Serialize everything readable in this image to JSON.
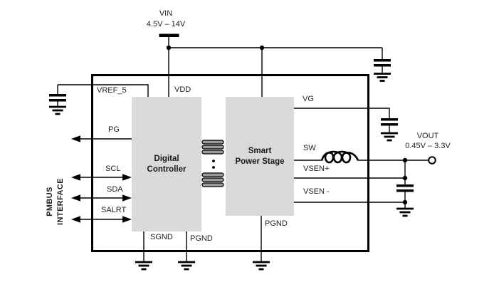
{
  "colors": {
    "block_fill": "#d9d9d9",
    "wire": "#000000",
    "text": "#1c1f26"
  },
  "vin": {
    "name": "VIN",
    "range": "4.5V – 14V"
  },
  "vout": {
    "name": "VOUT",
    "range": "0.45V – 3.3V"
  },
  "pmbus": {
    "line1": "PMBUS",
    "line2": "INTERFACE"
  },
  "blocks": {
    "digital": {
      "line1": "Digital",
      "line2": "Controller"
    },
    "smart": {
      "line1": "Smart",
      "line2": "Power Stage"
    }
  },
  "pins": {
    "vref_5": "VREF_5",
    "vdd": "VDD",
    "pg": "PG",
    "scl": "SCL",
    "sda": "SDA",
    "salrt": "SALRT",
    "sgnd": "SGND",
    "pgnd_controller": "PGND",
    "pgnd_stage": "PGND",
    "vg": "VG",
    "sw": "SW",
    "vsen_plus": "VSEN+",
    "vsen_minus": "VSEN -"
  },
  "symbols": {
    "capacitor": "two-parallel-plates",
    "ground": "three-bar-earth",
    "inductor": "three-loop-coil",
    "terminal": "open-circle",
    "supply_tap": "t-bar",
    "isolation_bus": "stacked-capsules"
  }
}
